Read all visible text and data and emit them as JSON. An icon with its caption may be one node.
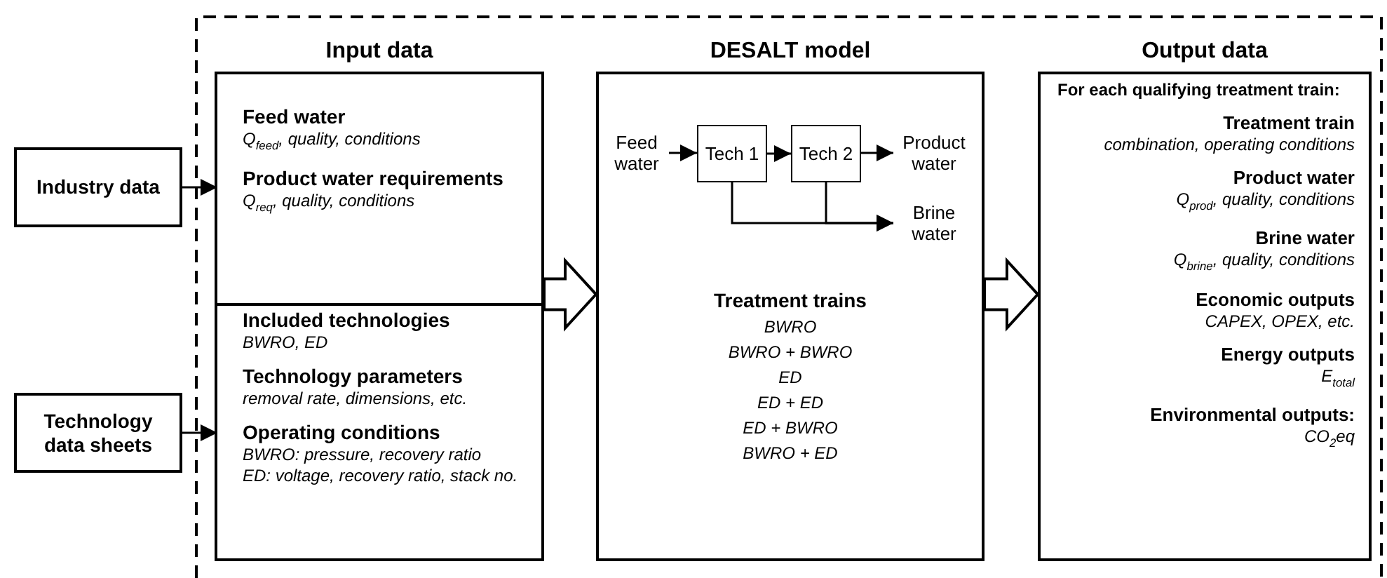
{
  "diagram": {
    "nodes": [
      {
        "text": [
          "Industry data"
        ]
      },
      {
        "text": [
          "Technology data sheets"
        ]
      },
      {
        "text": [
          "Input data"
        ]
      },
      {
        "text": [
          "Feed water",
          "Q$_{feed}$, quality, conditions",
          "Product water requirements",
          "Q$_{req}$, quality, conditions"
        ],
        "in": 2
      },
      {
        "text": [
          "Included technologies",
          "BWRO, ED",
          "Technology parameters",
          "removal rate, dimensions, etc.",
          "Operating conditions",
          "BWRO: pressure, recovery ratio",
          "ED: voltage, recovery ratio, stack no."
        ],
        "in": 2
      },
      {
        "text": [
          "DESALT model",
          "Treatment trains",
          "BWRO",
          "BWRO + BWRO",
          "ED",
          "ED + ED",
          "ED + BWRO",
          "BWRO + ED"
        ]
      },
      {
        "text": [
          "Feed water"
        ],
        "in": 5
      },
      {
        "text": [
          "Tech 1"
        ],
        "in": 5
      },
      {
        "text": [
          "Tech 2"
        ],
        "in": 5
      },
      {
        "text": [
          "Product water"
        ],
        "in": 5
      },
      {
        "text": [
          "Brine water"
        ],
        "in": 5
      },
      {
        "text": [
          "Output data",
          "For each qualifying treatment train:",
          "Treatment train",
          "combination, operating conditions",
          "Product water",
          "Q$_{prod}$, quality, conditions",
          "Brine water",
          "Q$_{brine}$, quality, conditions",
          "Economic outputs",
          "CAPEX, OPEX, etc.",
          "Energy outputs",
          "E$_{total}$",
          "Environmental outputs:",
          "CO$_{2}$eq"
        ]
      }
    ],
    "edges": [
      {
        "from": 0,
        "to": 3,
        "arrow": "to"
      },
      {
        "from": 1,
        "to": 4,
        "arrow": "to"
      },
      {
        "from": 2,
        "to": 5,
        "arrow": "to",
        "style": "thick"
      },
      {
        "from": 5,
        "to": 11,
        "arrow": "to",
        "style": "thick"
      },
      {
        "from": 6,
        "to": 7,
        "arrow": "to"
      },
      {
        "from": 7,
        "to": 8,
        "arrow": "to"
      },
      {
        "from": 8,
        "to": 9,
        "arrow": "to"
      },
      {
        "from": 7,
        "to": 10,
        "arrow": "to"
      },
      {
        "from": 8,
        "to": 10,
        "arrow": "to"
      }
    ]
  }
}
